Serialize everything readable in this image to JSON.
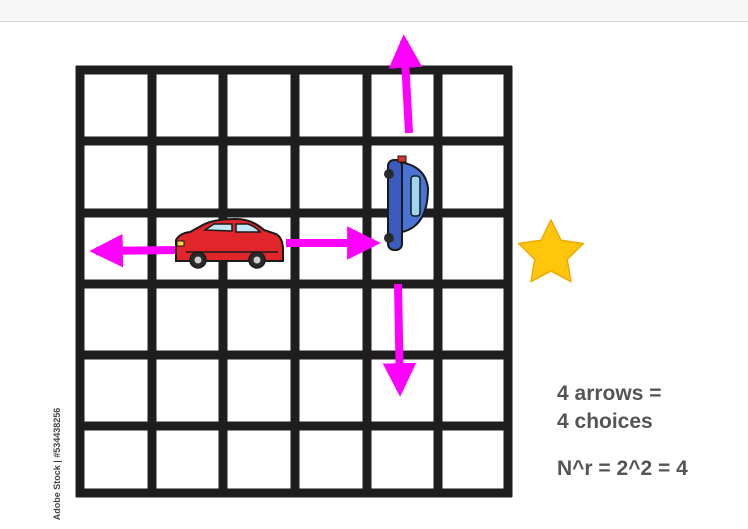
{
  "watermark": {
    "credit": "Adobe Stock | #534438256"
  },
  "notes": {
    "line1": "4 arrows =",
    "line2": "4 choices",
    "formula": "N^r = 2^2 = 4"
  },
  "icons": {
    "car": "red-car-icon",
    "car_topdown": "blue-car-icon",
    "target": "star-icon"
  },
  "colors": {
    "grid": "#1e1e1e",
    "arrow": "#ff00ff",
    "red_car": "#e0262b",
    "blue_car": "#4466cc",
    "star": "#ffc60b",
    "note_text": "#555555"
  }
}
